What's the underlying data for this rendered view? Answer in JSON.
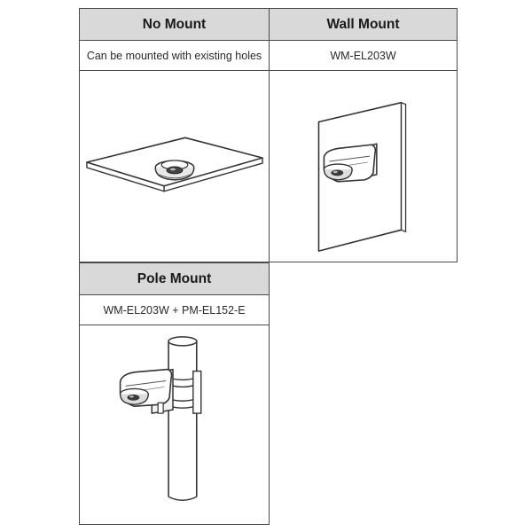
{
  "mounts": [
    {
      "title": "No Mount",
      "model": "Can be mounted with existing holes",
      "illustration_icon": "ceiling-mount-icon"
    },
    {
      "title": "Wall Mount",
      "model": "WM-EL203W",
      "illustration_icon": "wall-mount-icon"
    },
    {
      "title": "Pole Mount",
      "model": "WM-EL203W + PM-EL152-E",
      "illustration_icon": "pole-mount-icon"
    }
  ],
  "colors": {
    "header_bg": "#d9d9d9",
    "border": "#4a4a4a",
    "line_art": "#333333"
  }
}
